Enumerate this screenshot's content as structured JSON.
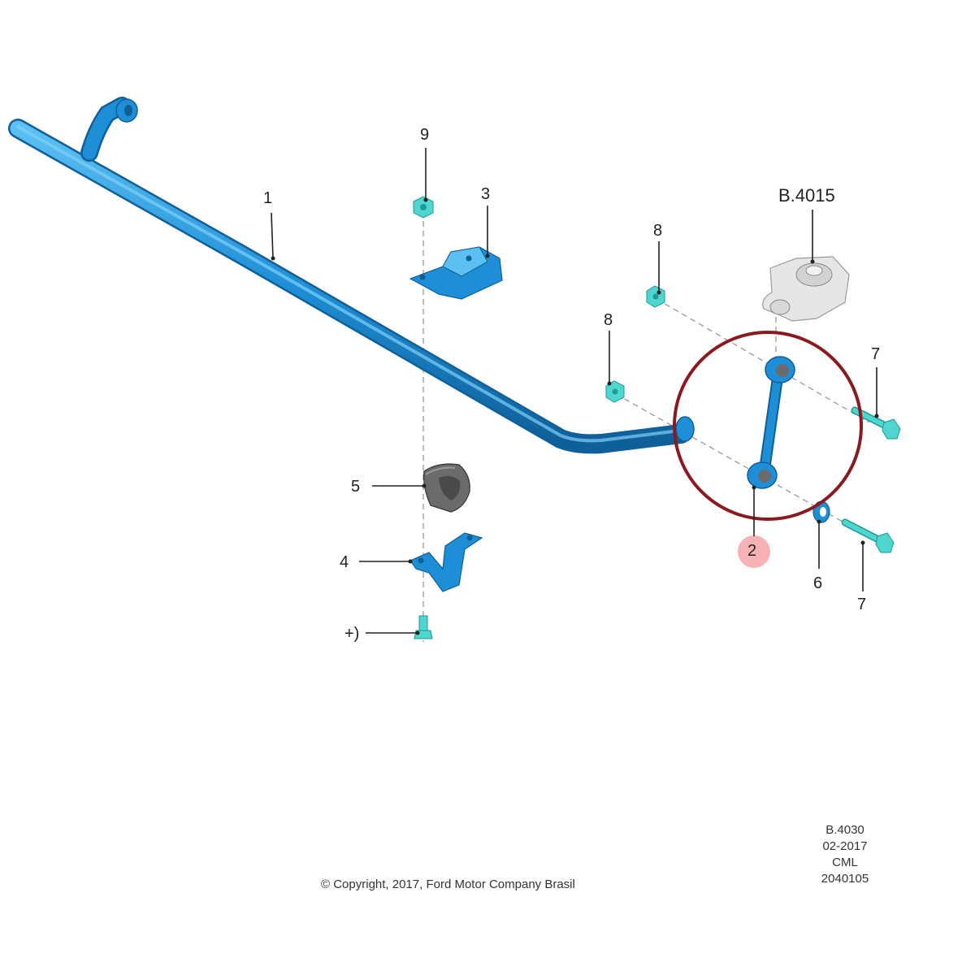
{
  "callouts": {
    "item_1": "1",
    "item_2": "2",
    "item_3": "3",
    "item_4": "4",
    "item_5": "5",
    "item_6": "6",
    "item_7_upper": "7",
    "item_7_lower": "7",
    "item_8_upper": "8",
    "item_8_lower": "8",
    "item_9": "9",
    "item_plus": "+)",
    "ref_bracket": "B.4015"
  },
  "meta": {
    "code": "B.4030",
    "date": "02-2017",
    "cml": "CML",
    "number": "2040105"
  },
  "copyright": "© Copyright, 2017, Ford Motor Company Brasil",
  "colors": {
    "part_blue": "#1e8fd6",
    "fastener_teal": "#4fd6d0",
    "highlight_circle": "#8b1a1f",
    "highlight_badge": "#f4a5a8"
  }
}
